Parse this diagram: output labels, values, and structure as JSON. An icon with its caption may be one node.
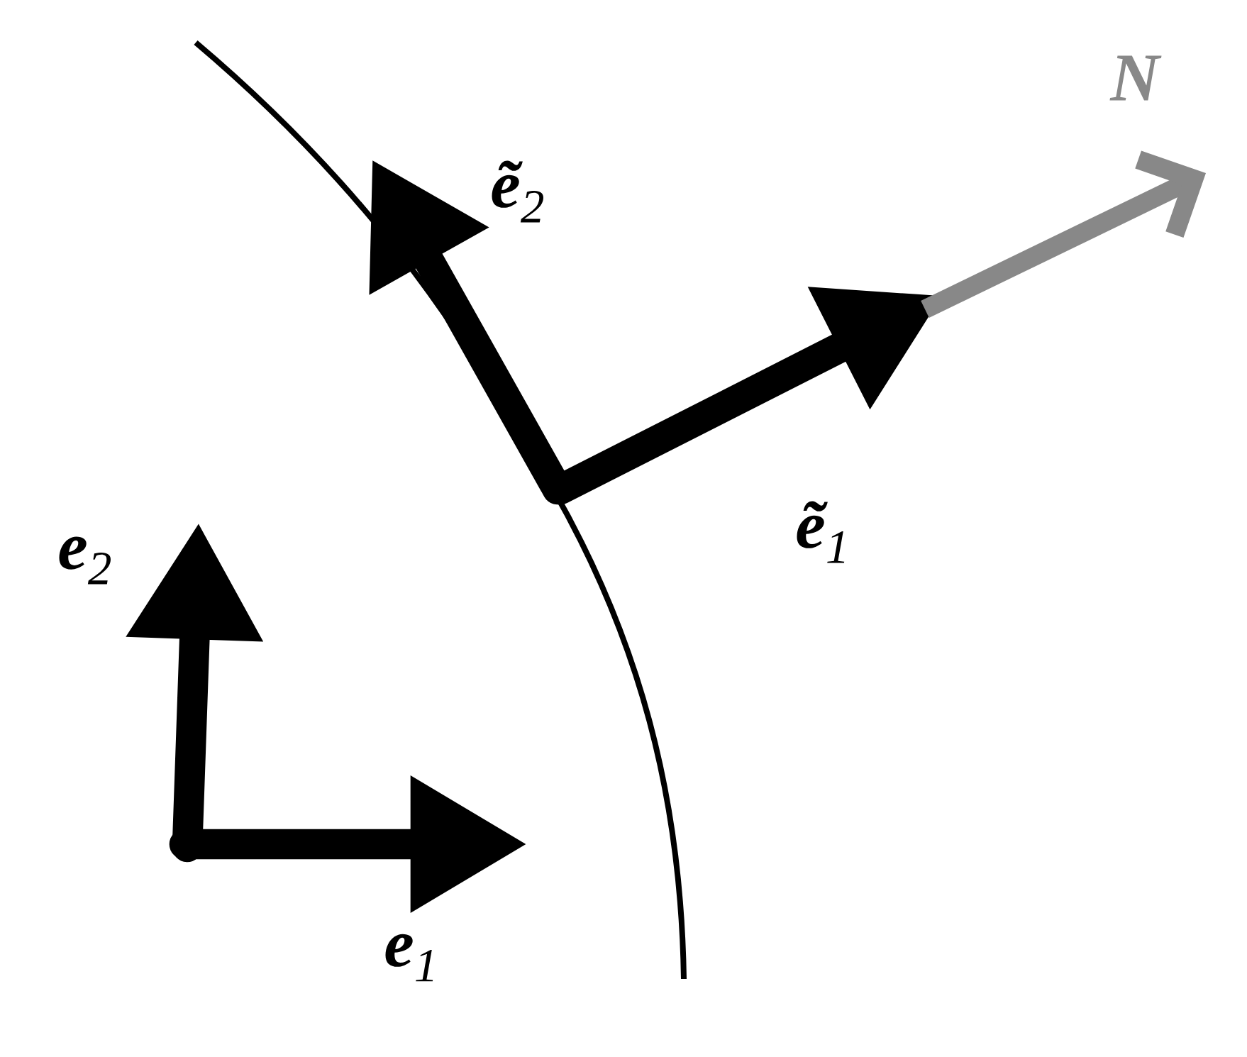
{
  "diagram": {
    "labels": [
      "N",
      "**ẽ**$_{2}$",
      "**ẽ**$_{1}$",
      "**e**$_{2}$",
      "**e**$_{1}$"
    ]
  }
}
